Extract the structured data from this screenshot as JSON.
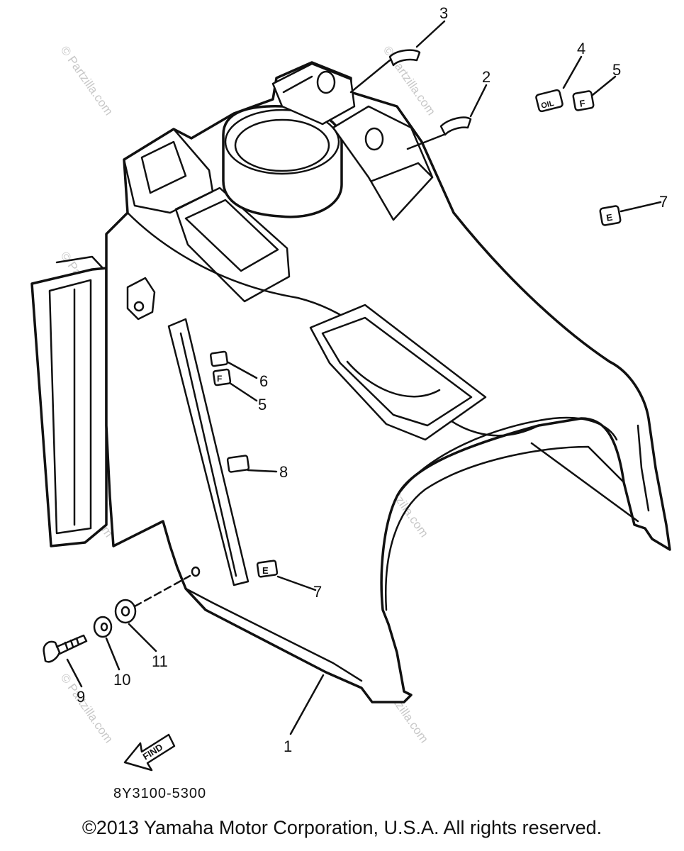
{
  "watermark": "© Partzilla.com",
  "callouts": {
    "c1": "1",
    "c2": "2",
    "c3": "3",
    "c4": "4",
    "c5a": "5",
    "c5b": "5",
    "c6": "6",
    "c7a": "7",
    "c7b": "7",
    "c8": "8",
    "c9": "9",
    "c10": "10",
    "c11": "11"
  },
  "labels": {
    "oil": "OIL",
    "fuel": "F",
    "engine": "E",
    "find": "FIND"
  },
  "part_code": "8Y3100-5300",
  "copyright": "©2013 Yamaha Motor Corporation, U.S.A. All rights reserved."
}
